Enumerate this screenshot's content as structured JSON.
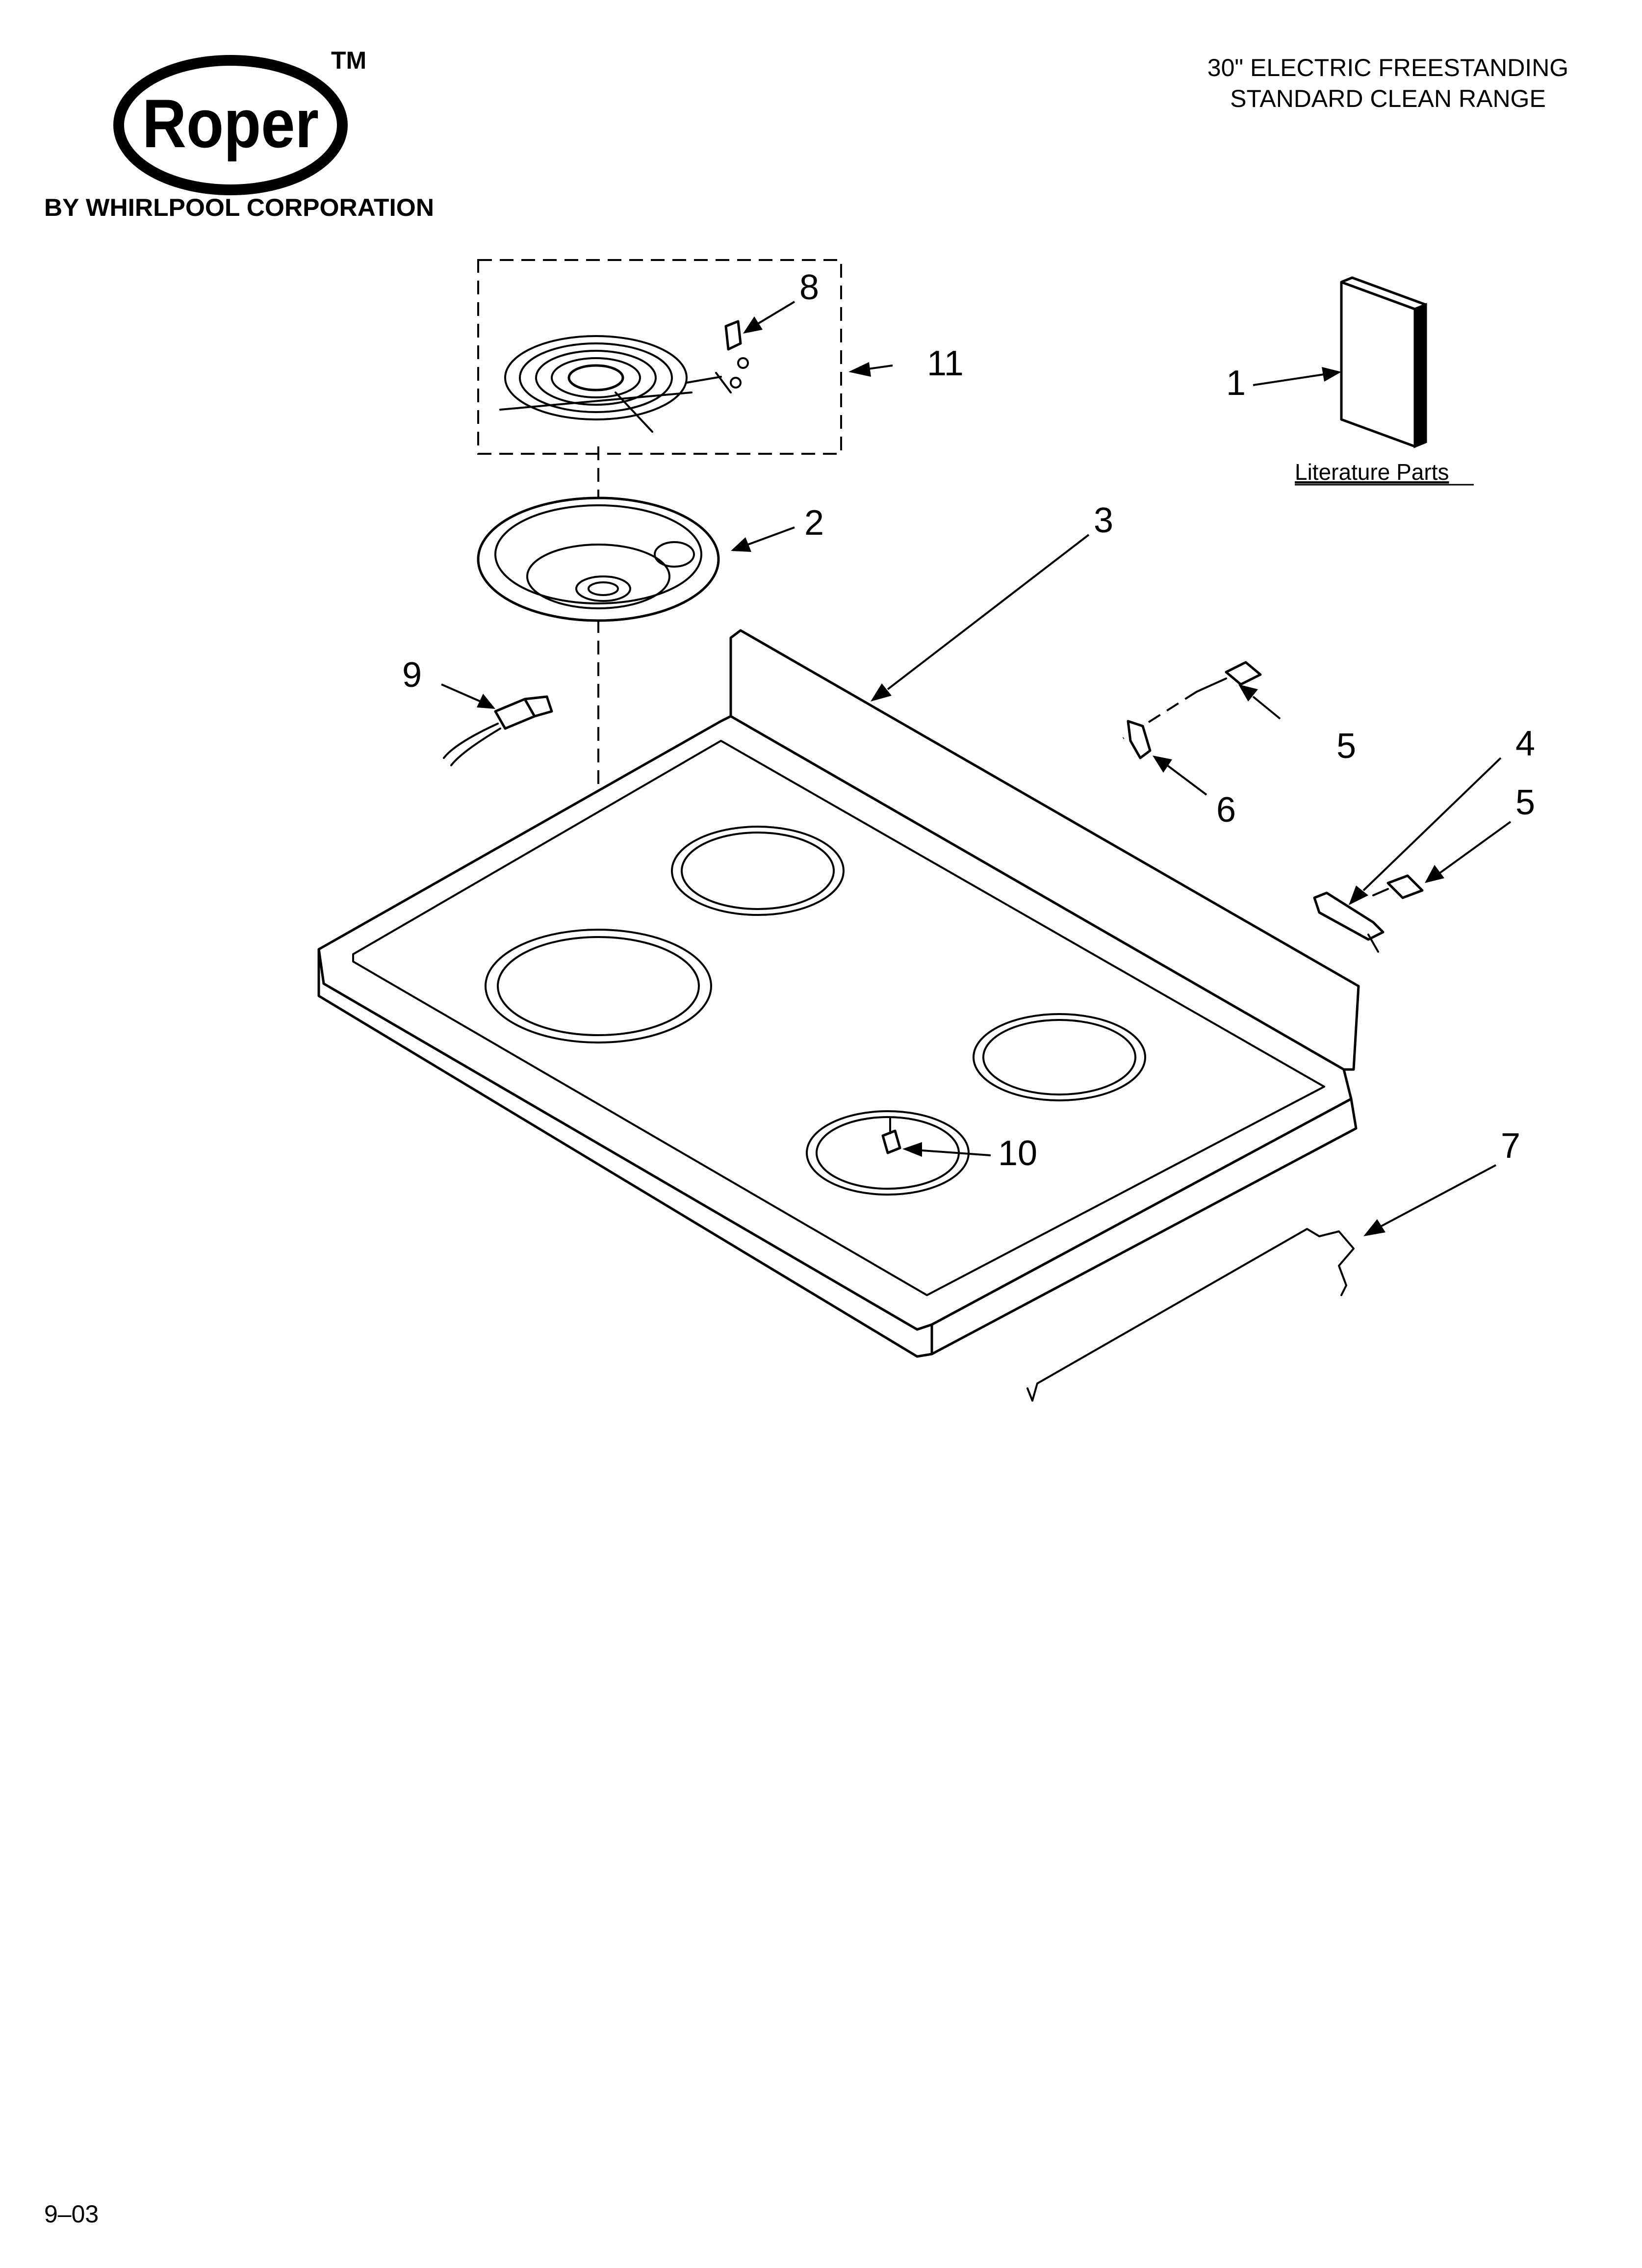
{
  "brand": {
    "logo_text": "Roper",
    "trademark": "TM",
    "byline": "BY WHIRLPOOL CORPORATION"
  },
  "header": {
    "title_line1": "30\" ELECTRIC FREESTANDING",
    "title_line2": "STANDARD CLEAN RANGE"
  },
  "literature_label": "Literature Parts",
  "callouts": {
    "c1": "1",
    "c2": "2",
    "c3": "3",
    "c4": "4",
    "c5a": "5",
    "c5b": "5",
    "c6": "6",
    "c7": "7",
    "c8": "8",
    "c9": "9",
    "c10": "10",
    "c11": "11"
  },
  "footer": {
    "date_code": "9–03"
  }
}
